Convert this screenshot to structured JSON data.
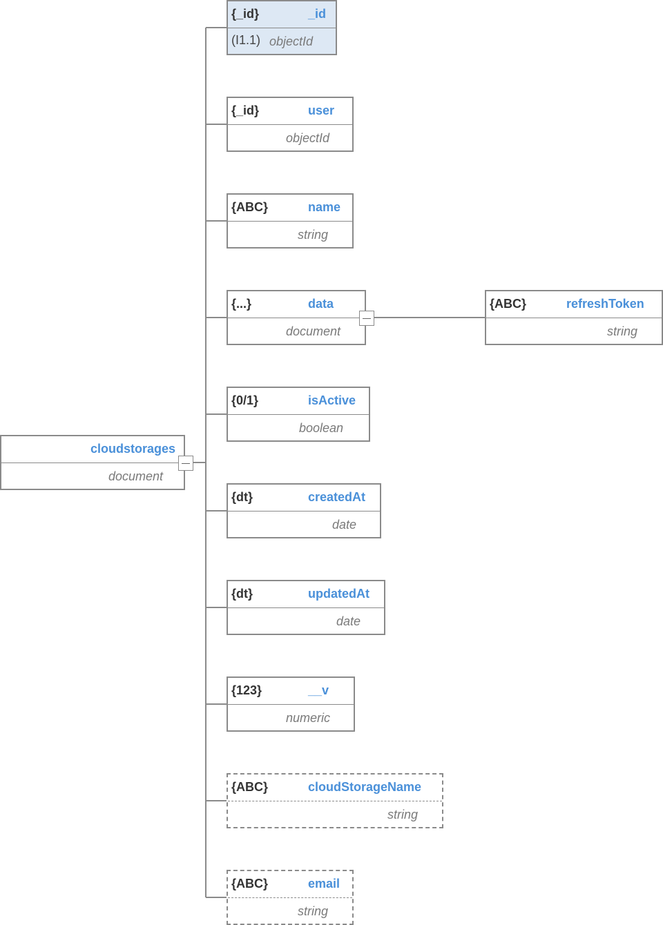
{
  "root": {
    "name": "cloudstorages",
    "type": "document"
  },
  "fields": [
    {
      "badge": "{_id}",
      "name": "_id",
      "type": "objectId",
      "index": "(I1.1)"
    },
    {
      "badge": "{_id}",
      "name": "user",
      "type": "objectId"
    },
    {
      "badge": "{ABC}",
      "name": "name",
      "type": "string"
    },
    {
      "badge": "{...}",
      "name": "data",
      "type": "document"
    },
    {
      "badge": "{0/1}",
      "name": "isActive",
      "type": "boolean"
    },
    {
      "badge": "{dt}",
      "name": "createdAt",
      "type": "date"
    },
    {
      "badge": "{dt}",
      "name": "updatedAt",
      "type": "date"
    },
    {
      "badge": "{123}",
      "name": "__v",
      "type": "numeric"
    },
    {
      "badge": "{ABC}",
      "name": "cloudStorageName",
      "type": "string"
    },
    {
      "badge": "{ABC}",
      "name": "email",
      "type": "string"
    }
  ],
  "data_children": [
    {
      "badge": "{ABC}",
      "name": "refreshToken",
      "type": "string"
    }
  ],
  "colors": {
    "field_name": "#4a90d9",
    "border": "#8a8a8a",
    "highlight_fill": "#dde8f4",
    "type_text": "#7a7a7a",
    "badge_text": "#333333"
  }
}
